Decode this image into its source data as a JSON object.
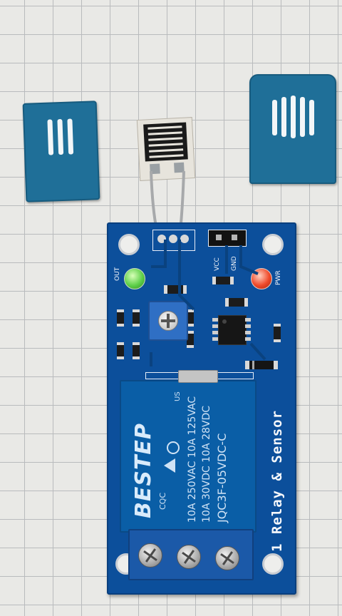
{
  "board": {
    "label_out": "OUT",
    "label_vcc": "VCC",
    "label_gnd": "GND",
    "label_pwr": "PWR",
    "side_label": "1 Relay & Sensor"
  },
  "relay": {
    "brand": "BESTEP",
    "ratings": [
      "10A 250VAC 10A 125VAC",
      "10A  30VDC 10A  28VDC"
    ],
    "model": "JQC3F-05VDC-C",
    "cert": "CQC",
    "us_mark": "US"
  },
  "colors": {
    "pcb": "#0c4f9b",
    "relay": "#0a5ea6",
    "shield": "#1f6f98",
    "led_out": "#5fd04a",
    "led_pwr": "#f04a2a"
  }
}
